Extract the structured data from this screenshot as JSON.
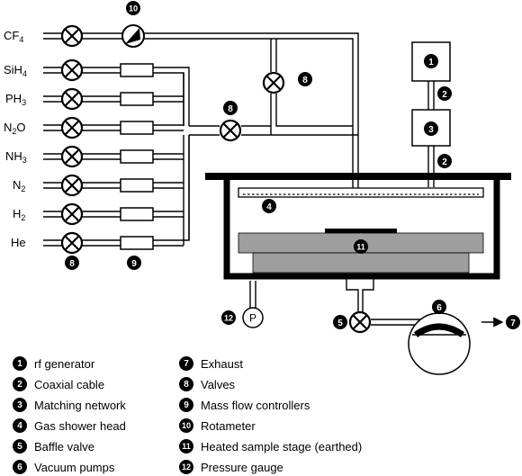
{
  "gases": [
    {
      "base": "CF",
      "sub": "4"
    },
    {
      "base": "SiH",
      "sub": "4"
    },
    {
      "base": "PH",
      "sub": "3"
    },
    {
      "base": "N",
      "sub": "2",
      "tail": "O"
    },
    {
      "base": "NH",
      "sub": "3"
    },
    {
      "base": "N",
      "sub": "2"
    },
    {
      "base": "H",
      "sub": "2"
    },
    {
      "base": "He",
      "sub": ""
    }
  ],
  "markers": {
    "rf_generator": "1",
    "coaxial_cable": "2",
    "matching_network": "3",
    "shower_head": "4",
    "baffle_valve": "5",
    "vacuum_pump": "6",
    "exhaust": "7",
    "valves": "8",
    "mfc": "9",
    "rotameter": "10",
    "sample_stage": "11",
    "pressure_gauge": "12"
  },
  "gauge_letter": "P",
  "legend": [
    {
      "num": "1",
      "text": "rf generator"
    },
    {
      "num": "2",
      "text": "Coaxial cable"
    },
    {
      "num": "3",
      "text": "Matching network"
    },
    {
      "num": "4",
      "text": "Gas shower head"
    },
    {
      "num": "5",
      "text": "Baffle valve"
    },
    {
      "num": "6",
      "text": "Vacuum pumps"
    },
    {
      "num": "7",
      "text": "Exhaust"
    },
    {
      "num": "8",
      "text": "Valves"
    },
    {
      "num": "9",
      "text": "Mass flow controllers"
    },
    {
      "num": "10",
      "text": "Rotameter"
    },
    {
      "num": "11",
      "text": "Heated sample stage (earthed)"
    },
    {
      "num": "12",
      "text": "Pressure gauge"
    }
  ]
}
